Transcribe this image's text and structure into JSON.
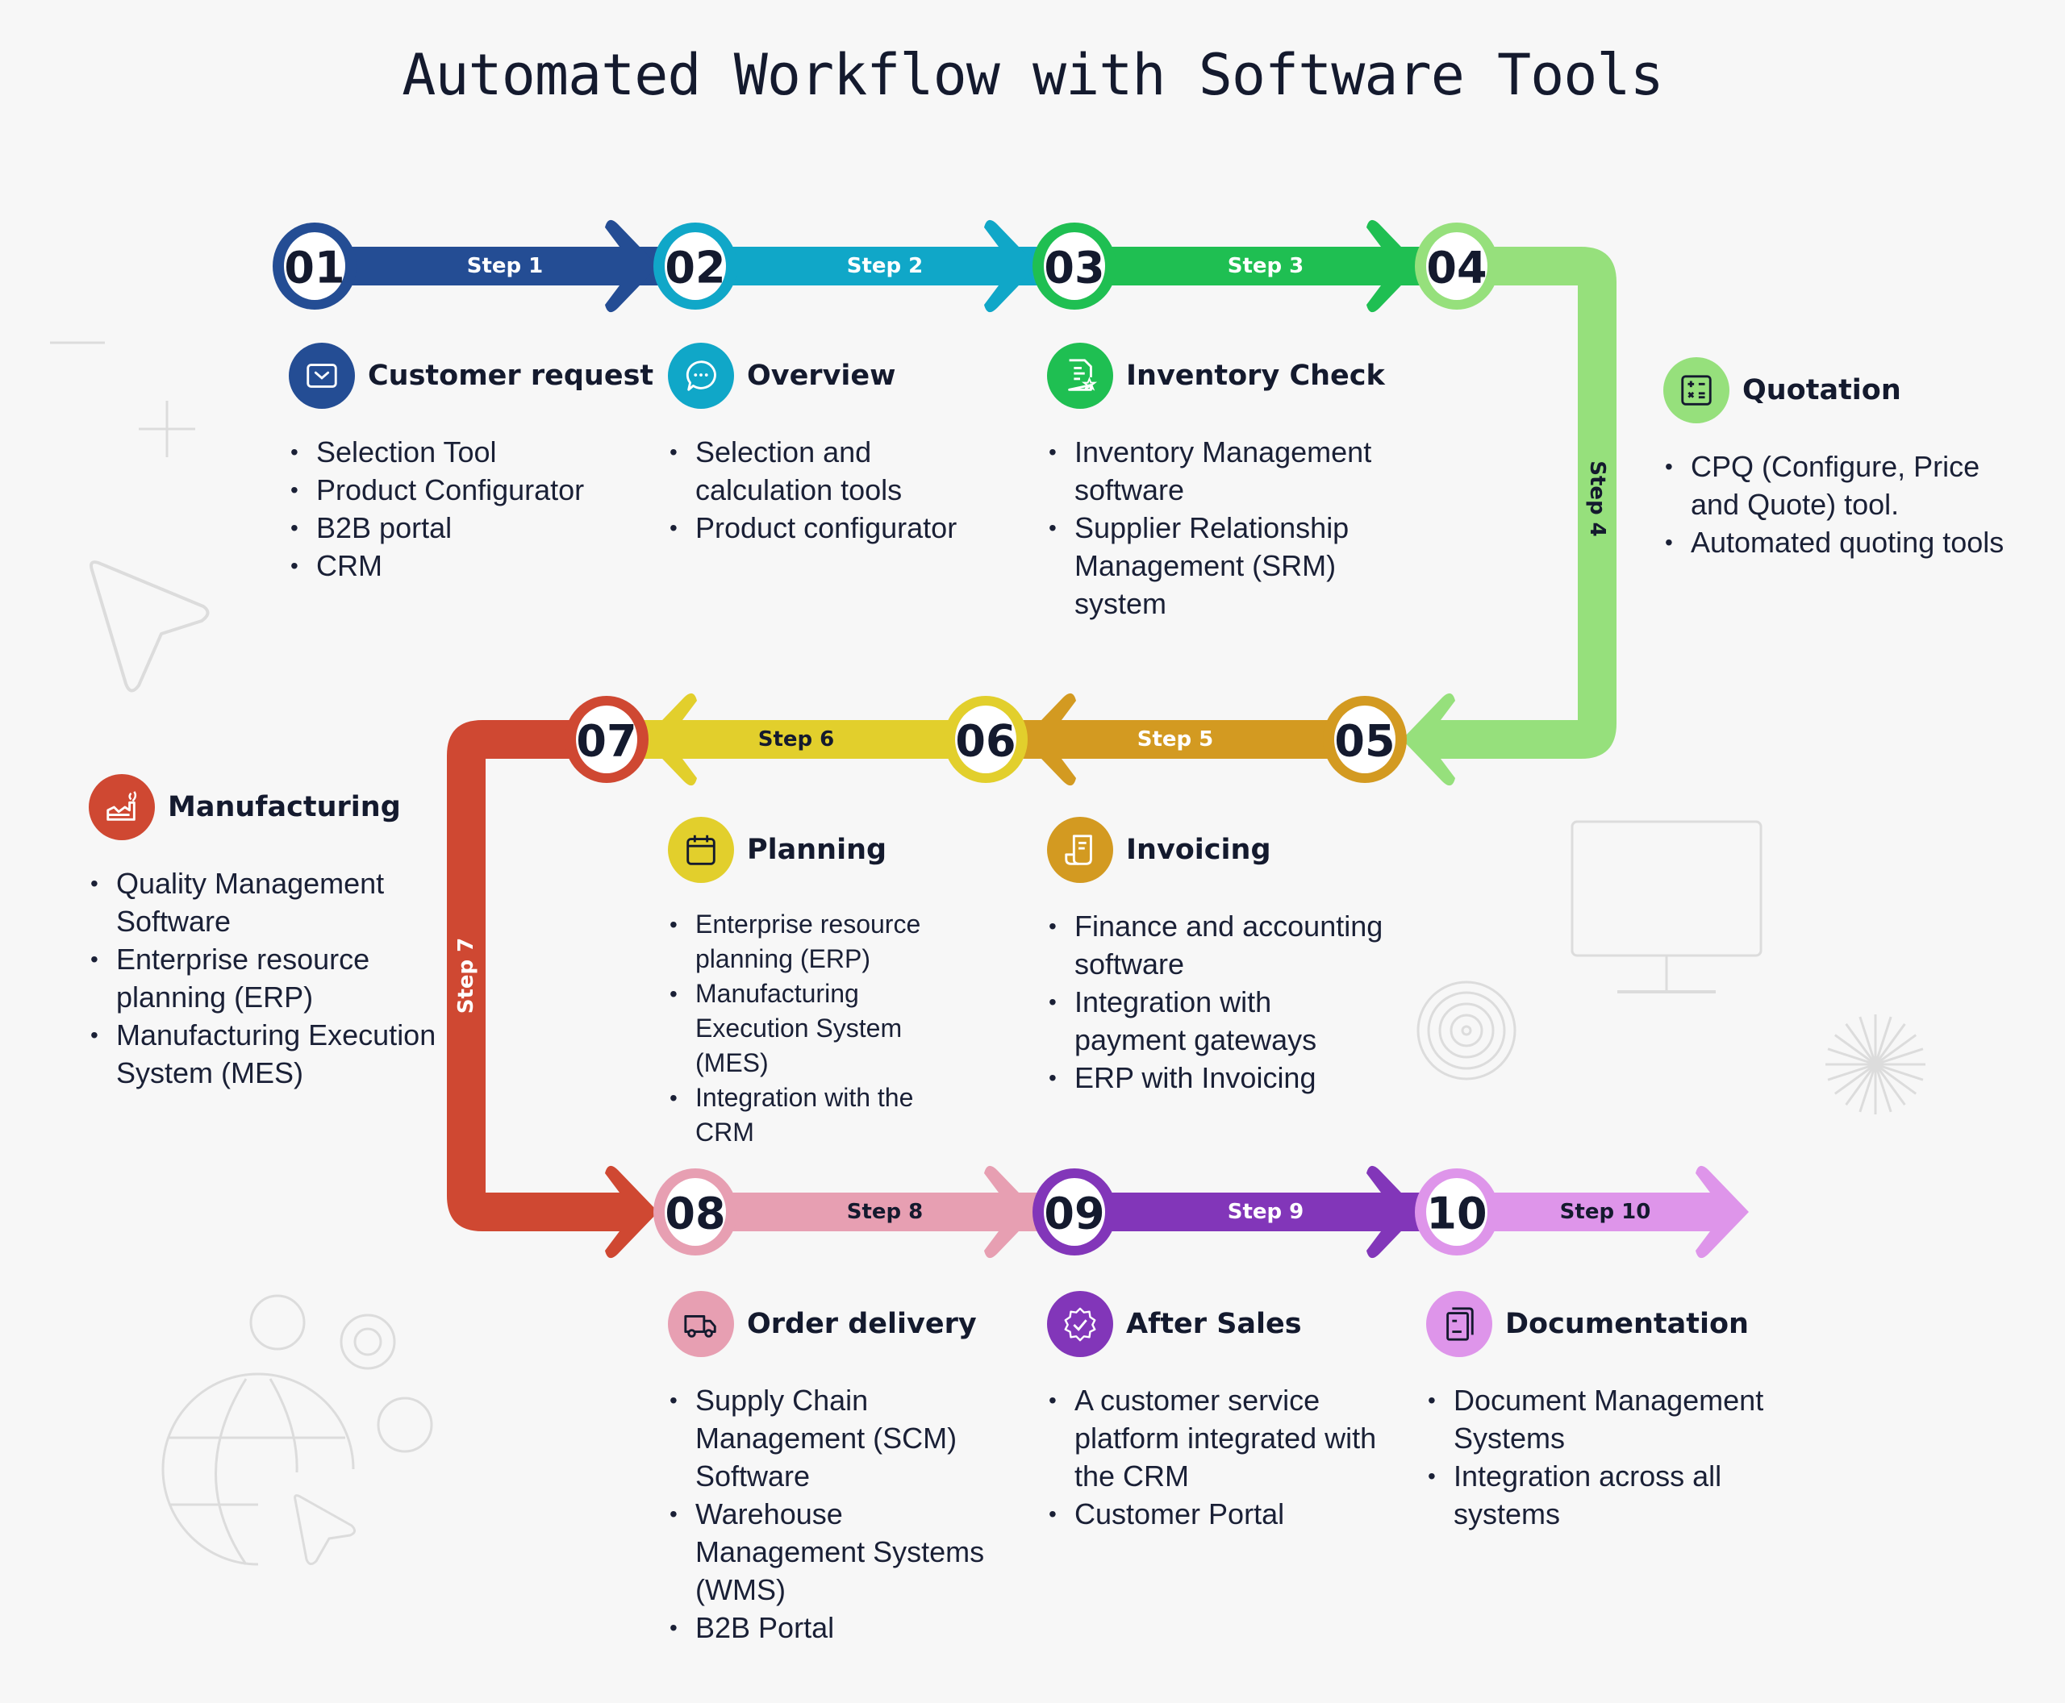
{
  "title": "Automated Workflow with Software Tools",
  "steps": [
    {
      "num": "01",
      "label": "Step 1",
      "color": "#244d94",
      "label_color": "#ffffff"
    },
    {
      "num": "02",
      "label": "Step 2",
      "color": "#10a7c8",
      "label_color": "#ffffff"
    },
    {
      "num": "03",
      "label": "Step 3",
      "color": "#1fbf52",
      "label_color": "#ffffff"
    },
    {
      "num": "04",
      "label": "Step 4",
      "color": "#96e07c",
      "label_color": "#141a2e"
    },
    {
      "num": "05",
      "label": "Step 5",
      "color": "#d39a21",
      "label_color": "#ffffff"
    },
    {
      "num": "06",
      "label": "Step 6",
      "color": "#e2cf2c",
      "label_color": "#141a2e"
    },
    {
      "num": "07",
      "label": "Step 7",
      "color": "#cf4832",
      "label_color": "#ffffff"
    },
    {
      "num": "08",
      "label": "Step 8",
      "color": "#e79fb2",
      "label_color": "#141a2e"
    },
    {
      "num": "09",
      "label": "Step 9",
      "color": "#8236b9",
      "label_color": "#ffffff"
    },
    {
      "num": "10",
      "label": "Step 10",
      "color": "#de95ea",
      "label_color": "#141a2e"
    }
  ],
  "cards": [
    {
      "title": "Customer request",
      "icon": "envelope-icon",
      "color": "#244d94",
      "items": [
        "Selection Tool",
        "Product Configurator",
        "B2B portal",
        "CRM"
      ]
    },
    {
      "title": "Overview",
      "icon": "chat-bubble-icon",
      "color": "#10a7c8",
      "items": [
        "Selection and calculation tools",
        "Product configurator"
      ]
    },
    {
      "title": "Inventory Check",
      "icon": "document-star-icon",
      "color": "#1fbf52",
      "items": [
        "Inventory Management software",
        "Supplier Relationship Management (SRM) system"
      ]
    },
    {
      "title": "Quotation",
      "icon": "calculator-icon",
      "color": "#96e07c",
      "items": [
        "CPQ (Configure, Price and Quote) tool.",
        "Automated quoting tools"
      ]
    },
    {
      "title": "Invoicing",
      "icon": "receipt-icon",
      "color": "#d39a21",
      "items": [
        "Finance and accounting software",
        "Integration with payment gateways",
        "ERP with Invoicing"
      ]
    },
    {
      "title": "Planning",
      "icon": "calendar-icon",
      "color": "#e2cf2c",
      "items": [
        "Enterprise resource planning (ERP)",
        "Manufacturing Execution System (MES)",
        "Integration with the CRM"
      ]
    },
    {
      "title": "Manufacturing",
      "icon": "factory-icon",
      "color": "#cf4832",
      "items": [
        "Quality Management Software",
        "Enterprise resource planning (ERP)",
        "Manufacturing Execution System (MES)"
      ]
    },
    {
      "title": "Order delivery",
      "icon": "truck-icon",
      "color": "#e79fb2",
      "items": [
        "Supply Chain Management (SCM) Software",
        "Warehouse Management Systems (WMS)",
        "B2B Portal"
      ]
    },
    {
      "title": "After Sales",
      "icon": "badge-check-icon",
      "color": "#8236b9",
      "items": [
        "A customer service platform integrated with the CRM",
        "Customer Portal"
      ]
    },
    {
      "title": "Documentation",
      "icon": "documents-icon",
      "color": "#de95ea",
      "items": [
        "Document Management Systems",
        "Integration across all systems"
      ]
    }
  ],
  "colors": {
    "background": "#f7f7f7",
    "text": "#141a2e",
    "decoration": "#dcdcdc"
  }
}
